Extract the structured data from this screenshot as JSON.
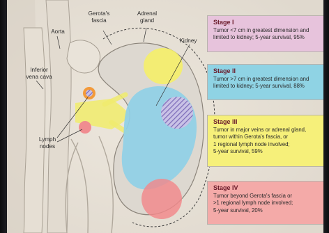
{
  "anatomy_labels": {
    "gerotas_fascia": "Gerota's\nfascia",
    "adrenal_gland": "Adrenal\ngland",
    "aorta": "Aorta",
    "kidney": "Kidney",
    "inferior_vena_cava": "Inferior\nvena cava",
    "lymph_nodes": "Lymph\nnodes"
  },
  "stages": [
    {
      "title": "Stage I",
      "description": "Tumor <7 cm in greatest dimension and\nlimited to kidney; 5-year survival, 95%",
      "color": "#e7c3dc"
    },
    {
      "title": "Stage II",
      "description": "Tumor >7 cm in greatest dimension and\nlimited to kidney; 5-year survival, 88%",
      "color": "#8fd3e4"
    },
    {
      "title": "Stage III",
      "description": "Tumor in major veins or adrenal gland,\ntumor within Gerota's fascia, or\n1 regional lymph node involved;\n5-year survival, 59%",
      "color": "#f6f07a"
    },
    {
      "title": "Stage IV",
      "description": "Tumor beyond Gerota's fascia or\n>1 regional lymph node involved;\n5-year survival, 20%",
      "color": "#f4aaa8"
    }
  ],
  "colors": {
    "stage1_tumor": "#f4ef6a",
    "stage2_tumor": "#8fd0e6",
    "stage3_hatch": "#8c7cc6",
    "stage4_tumor": "#f2888a",
    "vein_highlight": "#f0ec6e",
    "lymph_orange": "#f39a3a",
    "lymph_pink": "#f08c90"
  }
}
